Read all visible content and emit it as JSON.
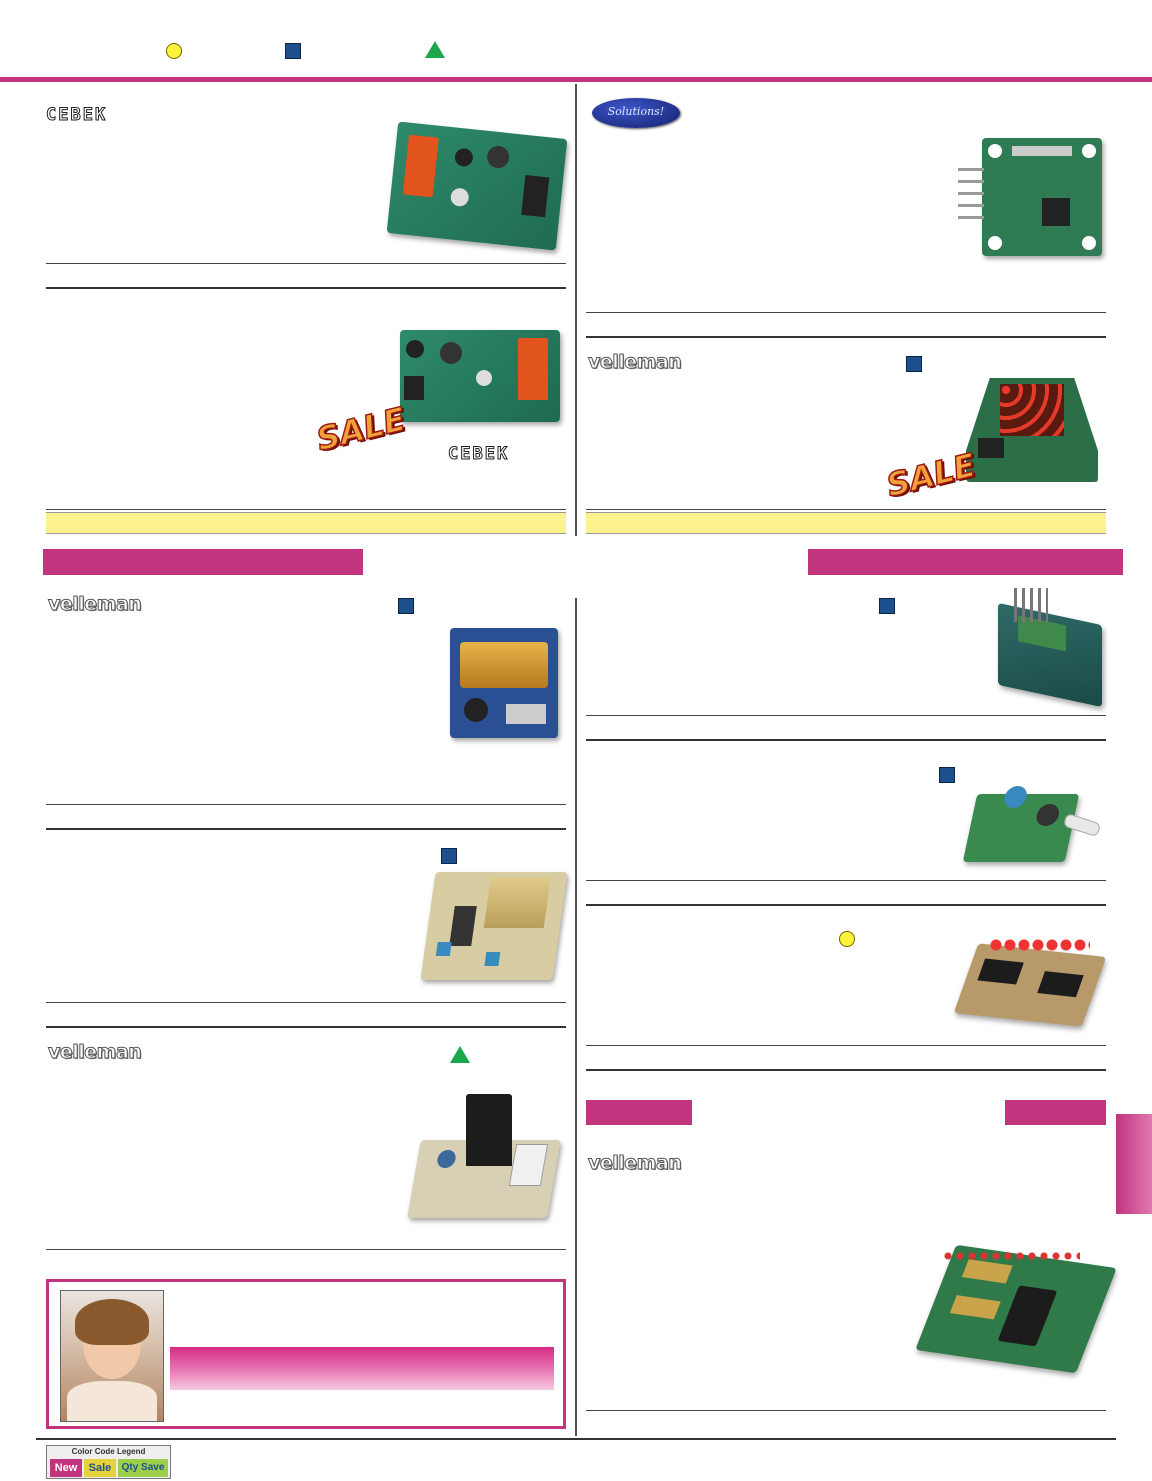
{
  "brands": {
    "cebek": "CEBEK",
    "velleman": "velleman",
    "solutions": "Solutions!"
  },
  "sale_badge": "SALE",
  "legend": {
    "title": "Color Code Legend",
    "new": "New",
    "sale": "Sale",
    "qty_save": "Qty Save"
  },
  "colors": {
    "accent_magenta": "#c2347e",
    "highlight_yellow": "#fdf38e",
    "legend_new": "#c2347e",
    "legend_sale": "#1d4f8c",
    "legend_qty": "#1aa84a"
  },
  "icons": [
    "circle-yellow-icon",
    "square-blue-icon",
    "triangle-green-icon"
  ]
}
